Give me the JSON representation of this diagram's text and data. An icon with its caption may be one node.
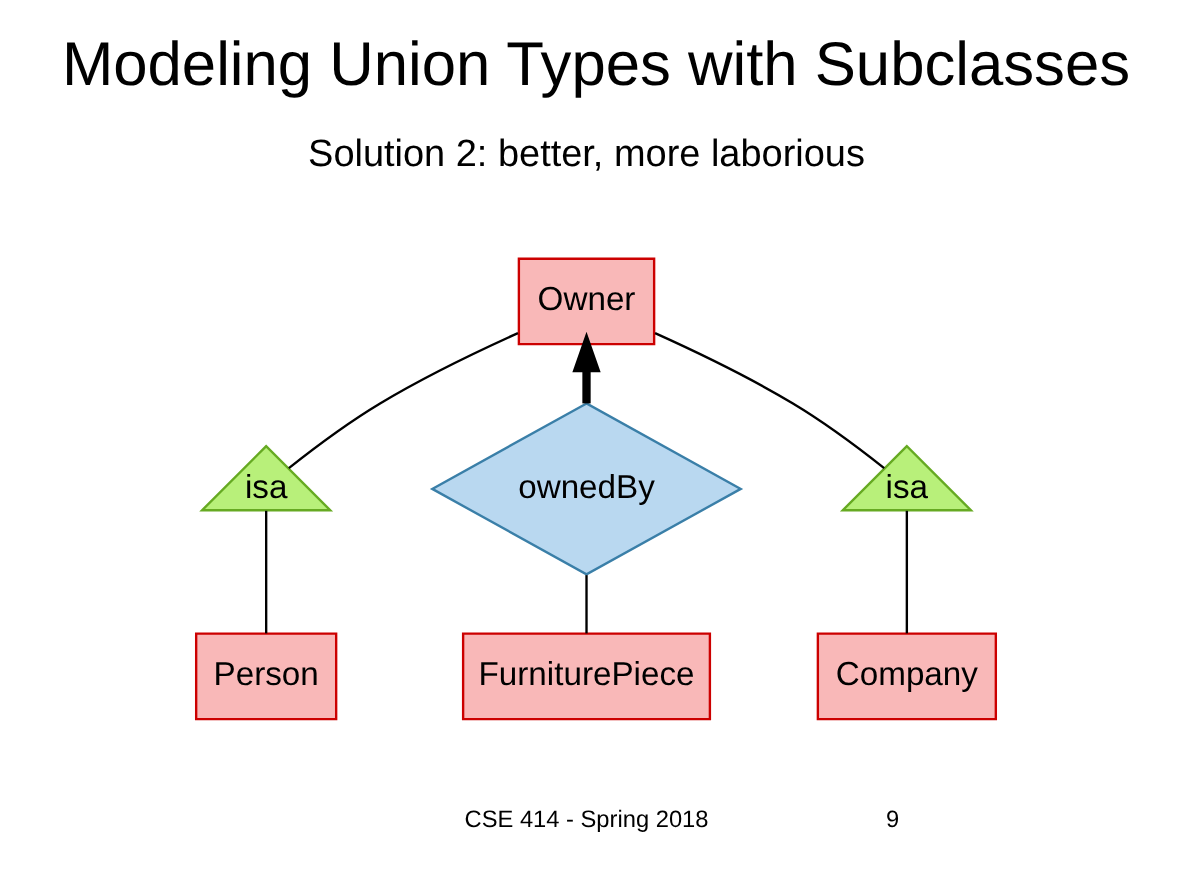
{
  "diagram": {
    "title": "Modeling Union Types with Subclasses",
    "nodes": [
      {
        "text": [
          "Owner"
        ]
      },
      {
        "text": [
          "isa"
        ]
      },
      {
        "text": [
          "ownedBy"
        ]
      },
      {
        "text": [
          "isa"
        ]
      },
      {
        "text": [
          "Person"
        ]
      },
      {
        "text": [
          "Company"
        ]
      },
      {
        "text": [
          "FurniturePiece"
        ]
      }
    ],
    "edges": [
      {
        "from": 1,
        "to": 0,
        "arrow": "none"
      },
      {
        "from": 3,
        "to": 0,
        "arrow": "none"
      },
      {
        "from": 2,
        "to": 0,
        "arrow": "to",
        "style": "thick"
      },
      {
        "from": 4,
        "to": 1,
        "arrow": "none"
      },
      {
        "from": 5,
        "to": 3,
        "arrow": "none"
      },
      {
        "from": 6,
        "to": 2,
        "arrow": "none"
      }
    ],
    "labels": [
      "Solution 2: better, more laborious",
      "CSE 414 - Spring 2018",
      "9"
    ]
  }
}
